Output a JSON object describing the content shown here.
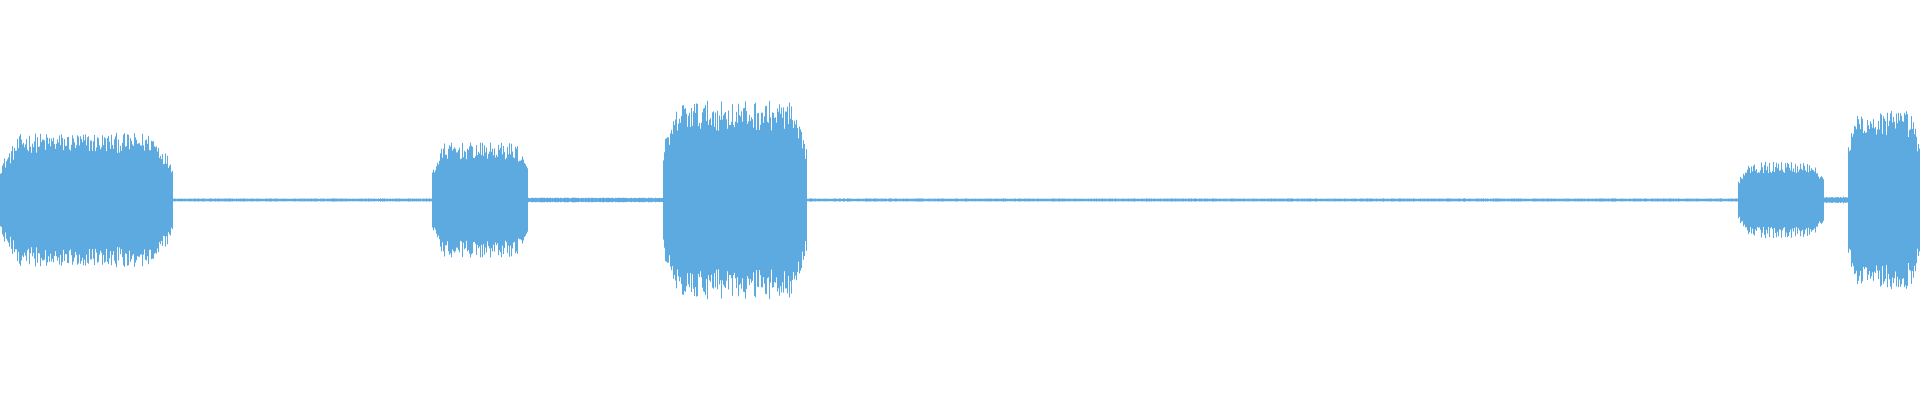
{
  "waveform": {
    "color": "#5DAAE0",
    "background": "#FFFFFF",
    "description_segments": [
      {
        "start": 0.0,
        "end": 0.09,
        "level": 0.42
      },
      {
        "start": 0.09,
        "end": 0.225,
        "level": 0.01
      },
      {
        "start": 0.225,
        "end": 0.275,
        "level": 0.36
      },
      {
        "start": 0.275,
        "end": 0.345,
        "level": 0.015
      },
      {
        "start": 0.345,
        "end": 0.42,
        "level": 0.62
      },
      {
        "start": 0.42,
        "end": 0.905,
        "level": 0.01
      },
      {
        "start": 0.905,
        "end": 0.95,
        "level": 0.24
      },
      {
        "start": 0.95,
        "end": 0.962,
        "level": 0.02
      },
      {
        "start": 0.962,
        "end": 1.0,
        "level": 0.56
      }
    ]
  }
}
